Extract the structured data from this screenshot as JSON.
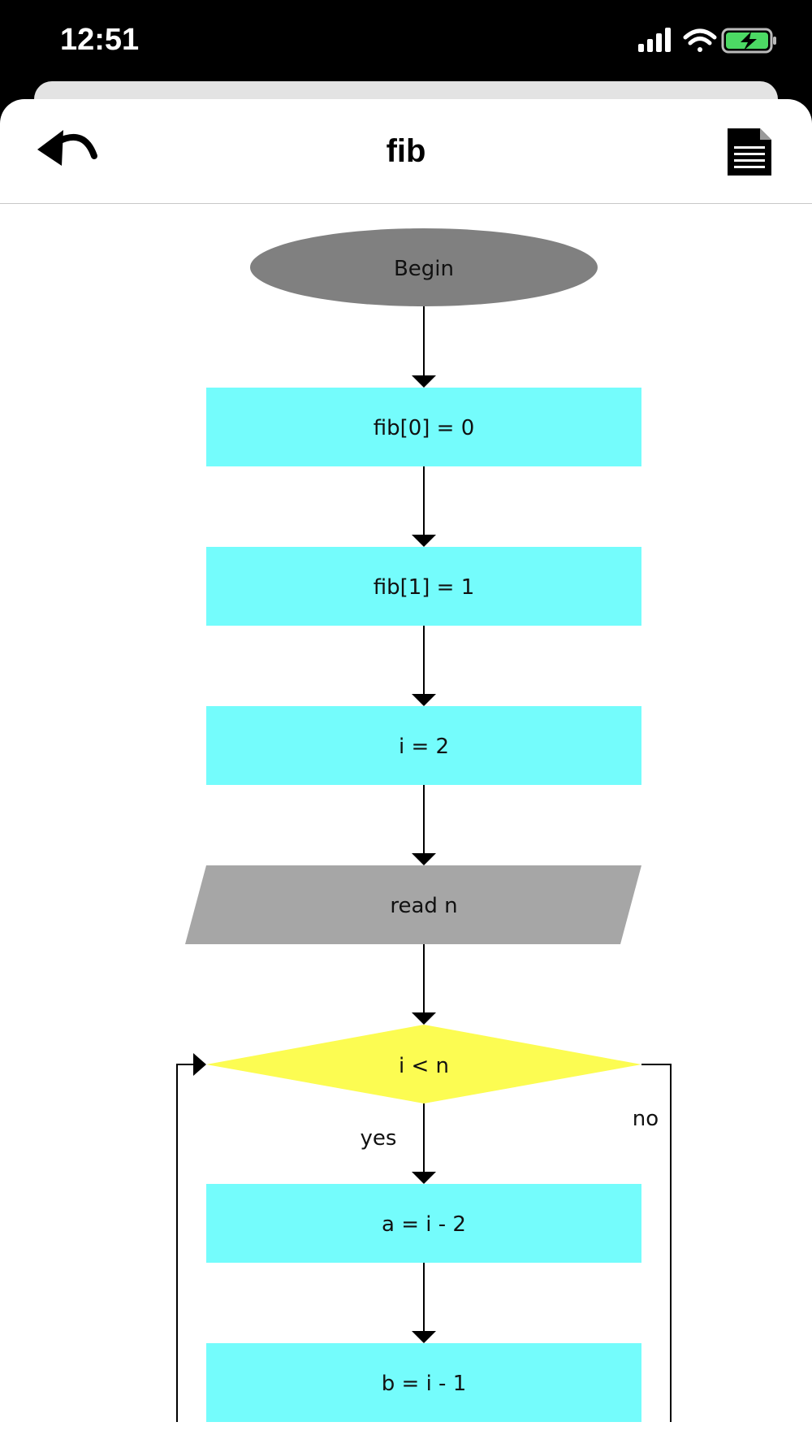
{
  "status_bar": {
    "time": "12:51",
    "icons": [
      "signal-icon",
      "wifi-icon",
      "battery-charging-icon"
    ]
  },
  "nav": {
    "title": "fib",
    "left_icon": "undo-icon",
    "right_icon": "document-icon"
  },
  "colors": {
    "begin": "#808080",
    "process": "#74fcfc",
    "io": "#a6a6a6",
    "decision": "#fcfc52"
  },
  "flowchart": {
    "nodes": [
      {
        "id": "begin",
        "shape": "ellipse",
        "label": "Begin"
      },
      {
        "id": "fib0",
        "shape": "process",
        "label": "fib[0] = 0"
      },
      {
        "id": "fib1",
        "shape": "process",
        "label": "fib[1] = 1"
      },
      {
        "id": "init-i",
        "shape": "process",
        "label": "i = 2"
      },
      {
        "id": "read-n",
        "shape": "io",
        "label": "read n"
      },
      {
        "id": "cond",
        "shape": "decision",
        "label": "i < n"
      },
      {
        "id": "calc-a",
        "shape": "process",
        "label": "a = i - 2"
      },
      {
        "id": "calc-b",
        "shape": "process",
        "label": "b = i - 1"
      }
    ],
    "edge_labels": {
      "yes": "yes",
      "no": "no"
    }
  }
}
